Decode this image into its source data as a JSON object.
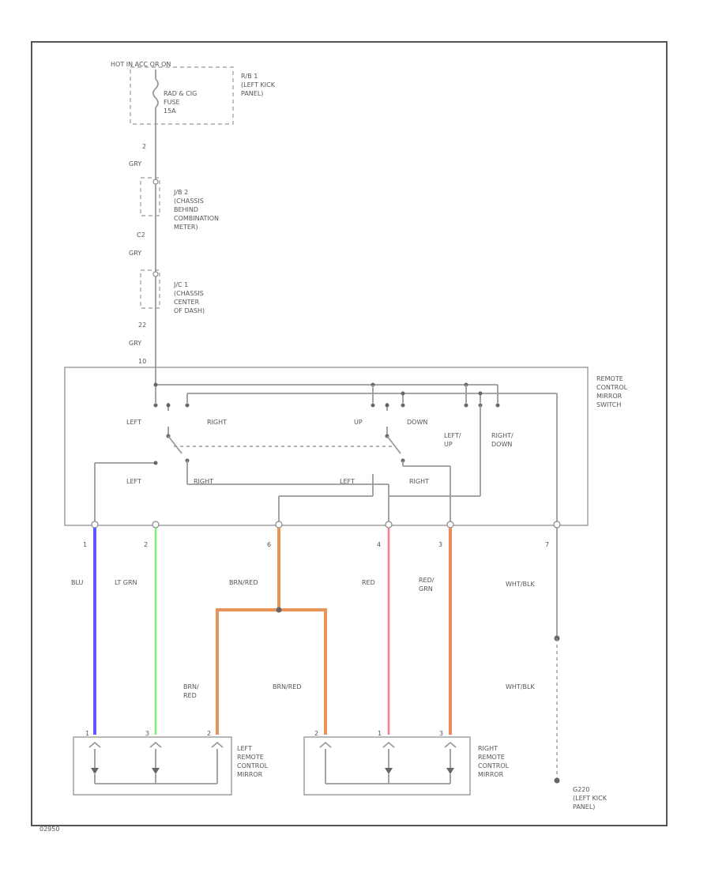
{
  "labels": {
    "hot_in": "HOT IN ACC OR ON",
    "fuse_loc": "R/B 1\n(LEFT KICK\nPANEL)",
    "fuse": "RAD & CIG\nFUSE\n15A",
    "pin_2": "2",
    "grn_1": "GRY",
    "jb2": "J/B 2\n(CHASSIS\nBEHIND\nCOMBINATION\nMETER)",
    "pin_c2": "C2",
    "grn_2": "GRY",
    "jc1": "J/C 1\n(CHASSIS\nCENTER\nOF DASH)",
    "pin_22": "22",
    "grn_3": "GRY",
    "pin_10": "10",
    "switch": "REMOTE\nCONTROL\nMIRROR\nSWITCH",
    "sw_left_top": "LEFT",
    "sw_right_top": "RIGHT",
    "sw_up": "UP",
    "sw_down": "DOWN",
    "sw_left_up": "LEFT/\nUP",
    "sw_right_down": "RIGHT/\nDOWN",
    "sw_left_bot": "LEFT",
    "sw_right_bot": "RIGHT",
    "sw_left_mid": "LEFT",
    "sw_right_mid": "RIGHT",
    "pin_1": "1",
    "pin_2b": "2",
    "pin_6": "6",
    "pin_4": "4",
    "pin_3": "3",
    "pin_7": "7",
    "w_blu": "BLU",
    "w_ltgrn": "LT GRN",
    "w_brn_red": "BRN/RED",
    "w_red": "RED",
    "w_red_grn": "RED/\nGRN",
    "w_wht_blk": "WHT/BLK",
    "w_brn_red_l": "BRN/\nRED",
    "w_brn_red_r": "BRN/RED",
    "w_wht_blk2": "WHT/BLK",
    "lm_1": "1",
    "lm_3": "3",
    "lm_2": "2",
    "rm_2": "2",
    "rm_1": "1",
    "rm_3": "3",
    "left_mirror": "LEFT\nREMOTE\nCONTROL\nMIRROR",
    "right_mirror": "RIGHT\nREMOTE\nCONTROL\nMIRROR",
    "ground": "G220\n(LEFT KICK\nPANEL)",
    "code": "02950"
  },
  "colors": {
    "blu": "#5b5bff",
    "ltgrn": "#7af07a",
    "brn_red": "#e8955a",
    "red": "#ff7b8a",
    "red_grn": "#ea8a5c"
  }
}
